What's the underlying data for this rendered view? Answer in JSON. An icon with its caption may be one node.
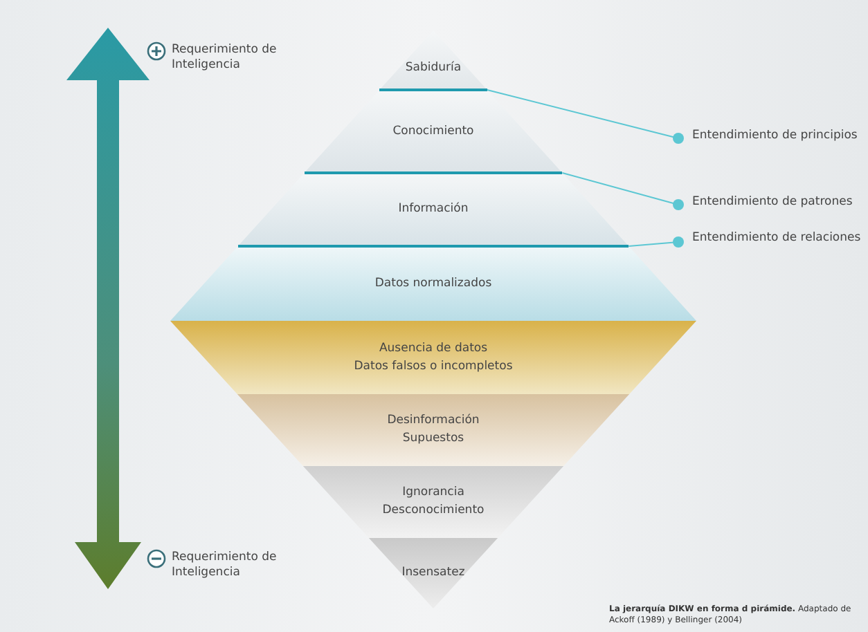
{
  "diagram": {
    "caption": "**La jerarquía DIKW en forma d pirámide.** Adaptado de Ackoff (1989) y Bellinger (2004)",
    "nodes": [
      {
        "text": [
          "Sabiduría"
        ]
      },
      {
        "text": [],
        "shape": "bar"
      },
      {
        "text": [
          "Conocimiento"
        ]
      },
      {
        "text": [],
        "shape": "bar"
      },
      {
        "text": [
          "Información"
        ]
      },
      {
        "text": [],
        "shape": "bar"
      },
      {
        "text": [
          "Datos normalizados"
        ]
      },
      {
        "text": [
          "Ausencia de datos",
          "Datos falsos o incompletos"
        ]
      },
      {
        "text": [
          "Desinformación",
          "Supuestos"
        ]
      },
      {
        "text": [
          "Ignorancia",
          "Desconocimiento"
        ]
      },
      {
        "text": [
          "Insensatez"
        ]
      },
      {
        "text": [
          "Entendimiento de principios"
        ]
      },
      {
        "text": [
          "Entendimiento de patrones"
        ]
      },
      {
        "text": [
          "Entendimiento de relaciones"
        ]
      }
    ],
    "edges": [
      {
        "from": 11,
        "to": 1,
        "arrow": "other"
      },
      {
        "from": 12,
        "to": 3,
        "arrow": "other"
      },
      {
        "from": 13,
        "to": 5,
        "arrow": "other"
      }
    ],
    "labels": [
      "Requerimiento de Inteligencia",
      "Requerimiento de Inteligencia"
    ]
  }
}
